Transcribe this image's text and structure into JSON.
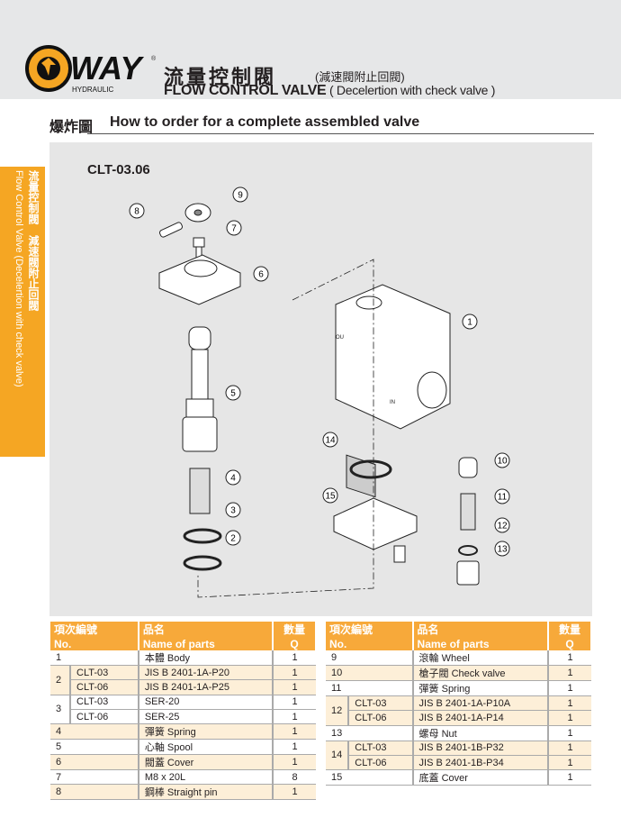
{
  "brand": {
    "logo_text": "WAY",
    "logo_sub": "HYDRAULIC",
    "registered": "®"
  },
  "header": {
    "title_zh": "流量控制閥",
    "title_zh_sub": "(減速閥附止回閥)",
    "title_en": "FLOW CONTROL VALVE",
    "title_en_sub": " ( Decelertion with check valve )"
  },
  "section": {
    "title_zh": "爆炸圖",
    "title_en": "How to order for a complete assembled valve"
  },
  "side_tab": {
    "zh": "流量控制閥　減速閥附止回閥",
    "en": "Flow Control Valve (Decelertion with check valve)"
  },
  "diagram": {
    "model": "CLT-03.06",
    "callouts": [
      "1",
      "2",
      "3",
      "4",
      "5",
      "6",
      "7",
      "8",
      "9",
      "10",
      "11",
      "12",
      "13",
      "14",
      "15"
    ],
    "port_labels": [
      "OU",
      "IN"
    ]
  },
  "table_headers": {
    "no_zh": "項次編號",
    "no_en": "No.",
    "name_zh": "品名",
    "name_en": "Name of parts",
    "q_zh": "數量",
    "q_en": "Q"
  },
  "parts_left": [
    {
      "no": "1",
      "sub": "",
      "name": "本體 Body",
      "q": "1"
    },
    {
      "no": "2",
      "sub": "CLT-03",
      "name": "JIS B 2401-1A-P20",
      "q": "1"
    },
    {
      "no": "",
      "sub": "CLT-06",
      "name": "JIS B 2401-1A-P25",
      "q": "1"
    },
    {
      "no": "3",
      "sub": "CLT-03",
      "name": "SER-20",
      "q": "1"
    },
    {
      "no": "",
      "sub": "CLT-06",
      "name": "SER-25",
      "q": "1"
    },
    {
      "no": "4",
      "sub": "",
      "name": "彈簧 Spring",
      "q": "1"
    },
    {
      "no": "5",
      "sub": "",
      "name": "心軸 Spool",
      "q": "1"
    },
    {
      "no": "6",
      "sub": "",
      "name": "閥蓋 Cover",
      "q": "1"
    },
    {
      "no": "7",
      "sub": "",
      "name": "M8 x 20L",
      "q": "8"
    },
    {
      "no": "8",
      "sub": "",
      "name": "鋼棒 Straight pin",
      "q": "1"
    }
  ],
  "parts_right": [
    {
      "no": "9",
      "sub": "",
      "name": "滾輪 Wheel",
      "q": "1"
    },
    {
      "no": "10",
      "sub": "",
      "name": "槍子閥 Check valve",
      "q": "1"
    },
    {
      "no": "11",
      "sub": "",
      "name": "彈簧 Spring",
      "q": "1"
    },
    {
      "no": "12",
      "sub": "CLT-03",
      "name": "JIS B 2401-1A-P10A",
      "q": "1"
    },
    {
      "no": "",
      "sub": "CLT-06",
      "name": "JIS B 2401-1A-P14",
      "q": "1"
    },
    {
      "no": "13",
      "sub": "",
      "name": "螺母 Nut",
      "q": "1"
    },
    {
      "no": "14",
      "sub": "CLT-03",
      "name": "JIS B 2401-1B-P32",
      "q": "1"
    },
    {
      "no": "",
      "sub": "CLT-06",
      "name": "JIS B 2401-1B-P34",
      "q": "1"
    },
    {
      "no": "15",
      "sub": "",
      "name": "底蓋 Cover",
      "q": "1"
    }
  ],
  "colors": {
    "accent": "#f7a93a",
    "band": "#e6e7e8",
    "row_alt": "#fdefd8"
  }
}
